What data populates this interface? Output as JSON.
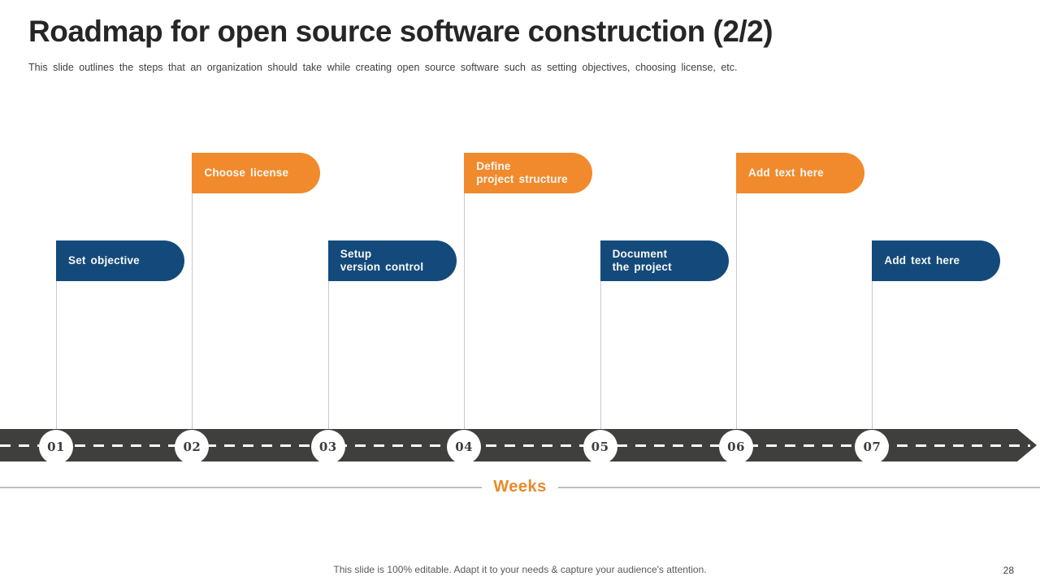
{
  "slide": {
    "title": "Roadmap for open source software construction (2/2)",
    "subtitle": "This slide outlines the steps that an organization should take while creating open source software such as setting objectives, choosing license, etc.",
    "footer_note": "This slide is 100% editable. Adapt it to your needs & capture your audience's attention.",
    "page_number": "28"
  },
  "timeline": {
    "axis_label": "Weeks",
    "milestones": [
      {
        "number": "01",
        "label": "Set objective",
        "row": "bottom"
      },
      {
        "number": "02",
        "label": "Choose license",
        "row": "top"
      },
      {
        "number": "03",
        "label": "Setup\nversion control",
        "row": "bottom"
      },
      {
        "number": "04",
        "label": "Define\nproject structure",
        "row": "top"
      },
      {
        "number": "05",
        "label": "Document\nthe project",
        "row": "bottom"
      },
      {
        "number": "06",
        "label": "Add text here",
        "row": "top"
      },
      {
        "number": "07",
        "label": "Add text here",
        "row": "bottom"
      }
    ]
  },
  "colors": {
    "top_row_fill": "#F08A2D",
    "bottom_row_fill": "#134A7B",
    "band_fill": "#3F3F3E",
    "axis_label_color": "#E98A2B"
  }
}
